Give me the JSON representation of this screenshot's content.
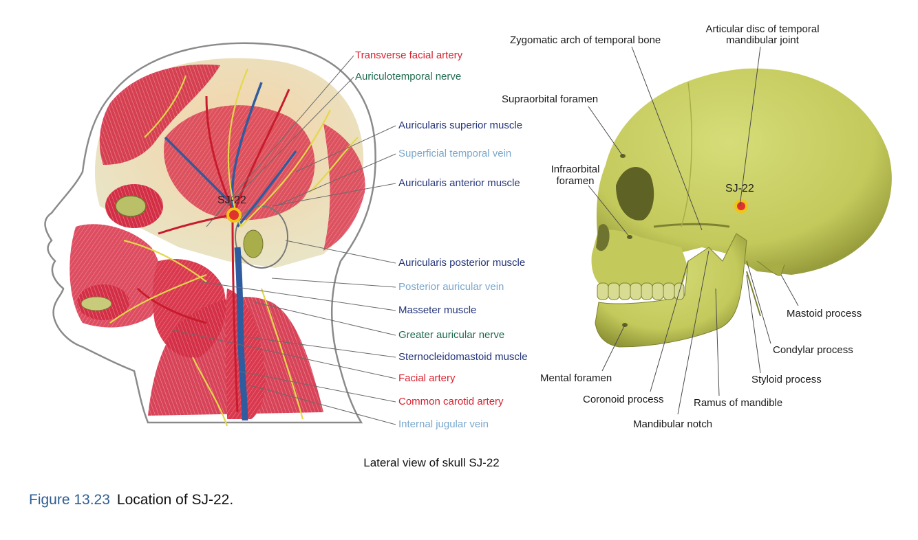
{
  "left_labels": [
    {
      "id": "transverse-facial-artery",
      "text": "Transverse facial artery",
      "color": "red"
    },
    {
      "id": "auriculotemporal-nerve",
      "text": "Auriculotemporal nerve",
      "color": "green"
    },
    {
      "id": "auricularis-superior-muscle",
      "text": "Auricularis superior muscle",
      "color": "navy"
    },
    {
      "id": "superficial-temporal-vein",
      "text": "Superficial temporal vein",
      "color": "lightblue"
    },
    {
      "id": "auricularis-anterior-muscle",
      "text": "Auricularis anterior muscle",
      "color": "navy"
    },
    {
      "id": "auricularis-posterior-muscle",
      "text": "Auricularis posterior muscle",
      "color": "navy"
    },
    {
      "id": "posterior-auricular-vein",
      "text": "Posterior auricular vein",
      "color": "lightblue"
    },
    {
      "id": "masseter-muscle",
      "text": "Masseter muscle",
      "color": "navy"
    },
    {
      "id": "greater-auricular-nerve",
      "text": "Greater auricular nerve",
      "color": "green"
    },
    {
      "id": "sternocleidomastoid-muscle",
      "text": "Sternocleidomastoid muscle",
      "color": "navy"
    },
    {
      "id": "facial-artery",
      "text": "Facial artery",
      "color": "red"
    },
    {
      "id": "common-carotid-artery",
      "text": "Common carotid artery",
      "color": "red"
    },
    {
      "id": "internal-jugular-vein",
      "text": "Internal jugular vein",
      "color": "lightblue"
    }
  ],
  "right_labels": {
    "zygomatic_arch": "Zygomatic arch of temporal bone",
    "articular_disc_1": "Articular disc of temporal",
    "articular_disc_2": "mandibular joint",
    "supraorbital_foramen": "Supraorbital foramen",
    "infraorbital_foramen_1": "Infraorbital",
    "infraorbital_foramen_2": "foramen",
    "mastoid_process": "Mastoid process",
    "condylar_process": "Condylar process",
    "styloid_process": "Styloid process",
    "mental_foramen": "Mental foramen",
    "coronoid_process": "Coronoid process",
    "ramus_of_mandible": "Ramus of mandible",
    "mandibular_notch": "Mandibular notch"
  },
  "point_label": "SJ-22",
  "view_caption": "Lateral view of skull SJ-22",
  "figure_number": "Figure 13.23",
  "figure_title": "Location of SJ-22.",
  "colors": {
    "red": "#d7222f",
    "green": "#1f6a4f",
    "navy": "#24357a",
    "lightblue": "#7aa7cc",
    "skull": "#c9cf63",
    "muscle": "#d9394f",
    "nerve": "#e2d84a",
    "vein": "#2f5c9e",
    "point_ring": "#f2c418",
    "point_center": "#e0332f"
  }
}
